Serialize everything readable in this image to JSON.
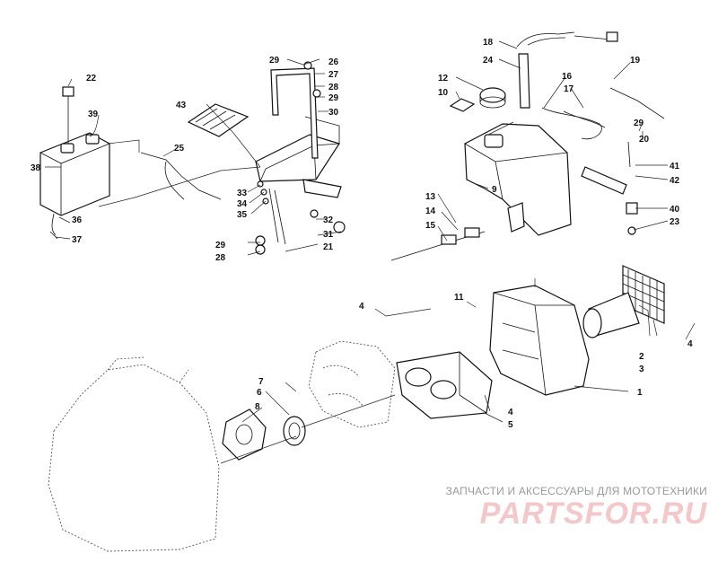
{
  "watermark": {
    "caption": "ЗАПЧАСТИ И АКСЕССУАРЫ ДЛЯ МОТОТЕХНИКИ",
    "logo": "PARTSFOR.RU"
  },
  "callouts": [
    "1",
    "2",
    "3",
    "4",
    "4",
    "4",
    "5",
    "6",
    "7",
    "8",
    "9",
    "10",
    "11",
    "12",
    "13",
    "14",
    "15",
    "16",
    "17",
    "18",
    "19",
    "20",
    "21",
    "22",
    "23",
    "24",
    "25",
    "26",
    "27",
    "28",
    "28",
    "29",
    "29",
    "29",
    "29",
    "30",
    "31",
    "32",
    "33",
    "34",
    "35",
    "36",
    "37",
    "38",
    "39",
    "40",
    "41",
    "42",
    "43"
  ],
  "colors": {
    "line": "#111111",
    "watermark_logo": "#f4c8c8",
    "watermark_caption": "#9a9a9a"
  }
}
